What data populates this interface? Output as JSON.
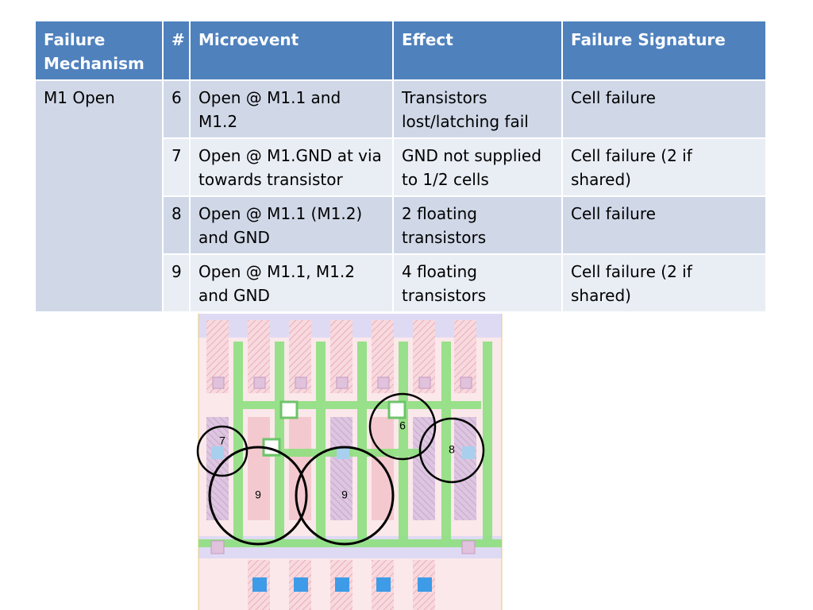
{
  "table": {
    "headers": [
      "Failure Mechanism",
      "#",
      "Microevent",
      "Effect",
      "Failure Signature"
    ],
    "mechanism": "M1 Open",
    "rows": [
      {
        "num": "6",
        "microevent": "Open @ M1.1 and M1.2",
        "effect": "Transistors lost/latching fail",
        "signature": "Cell failure"
      },
      {
        "num": "7",
        "microevent": "Open @ M1.GND at via towards transistor",
        "effect": "GND not supplied to 1/2 cells",
        "signature": "Cell failure (2 if shared)"
      },
      {
        "num": "8",
        "microevent": "Open @ M1.1 (M1.2) and GND",
        "effect": "2 floating transistors",
        "signature": "Cell failure"
      },
      {
        "num": "9",
        "microevent": "Open @ M1.1, M1.2 and GND",
        "effect": "4 floating transistors",
        "signature": "Cell failure (2 if shared)"
      }
    ]
  },
  "layout_image": {
    "markers": [
      "6",
      "7",
      "8",
      "9",
      "9"
    ]
  }
}
